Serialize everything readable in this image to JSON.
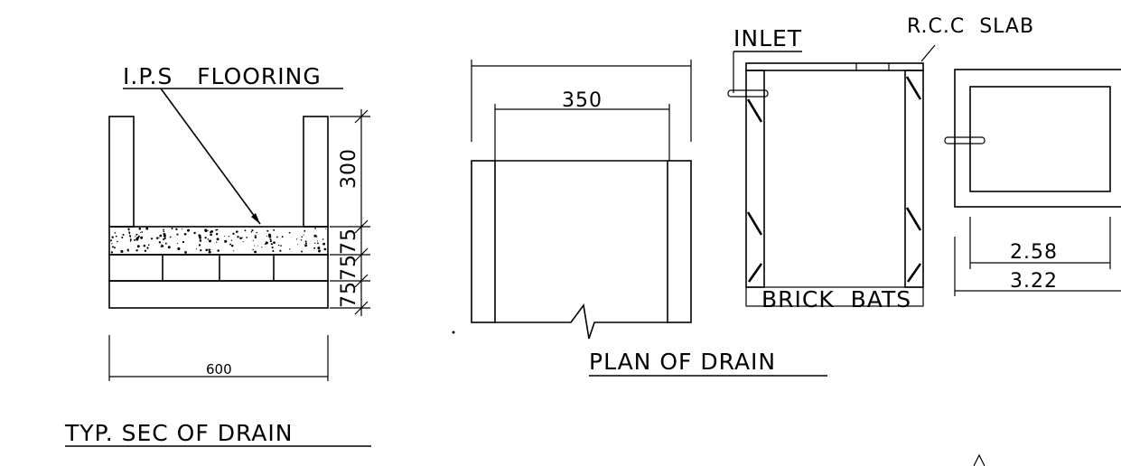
{
  "section": {
    "title": "TYP. SEC OF DRAIN",
    "flooring_label": "I.P.S   FLOORING",
    "dim_width": "600",
    "dim_height": "300",
    "dim_layer_1": "75",
    "dim_layer_2": "75",
    "dim_layer_3": "75"
  },
  "plan": {
    "title": "PLAN OF DRAIN",
    "dim_width": "350"
  },
  "manhole_section": {
    "inlet_label": "INLET",
    "slab_label": "R.C.C  SLAB",
    "bricks_label": "BRICK  BATS"
  },
  "manhole_plan": {
    "dim_inner": "2.58",
    "dim_outer": "3.22"
  }
}
